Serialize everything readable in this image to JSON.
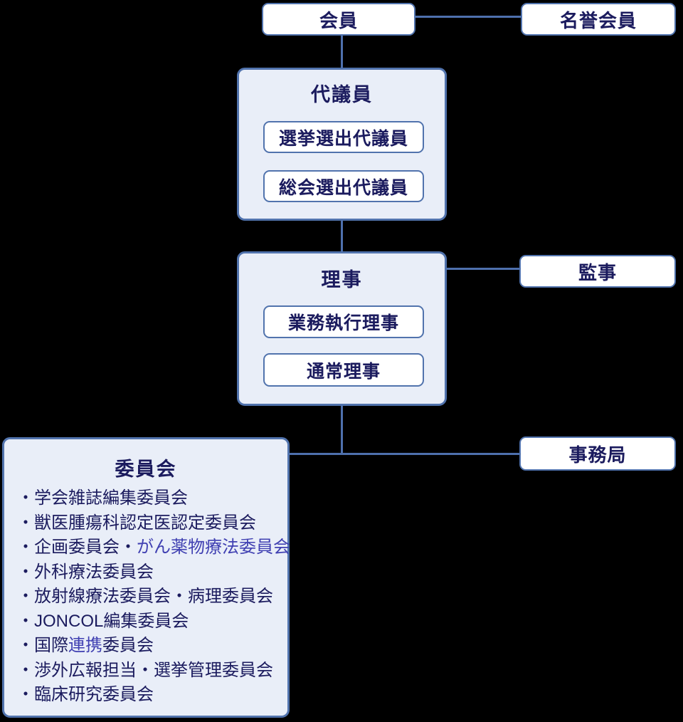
{
  "colors": {
    "background": "#000000",
    "box_fill": "#ffffff",
    "group_fill": "#e9eef8",
    "border": "#5173ad",
    "connector": "#4e70ad",
    "text": "#1b1b5e",
    "link_text": "#4040b2"
  },
  "nodes": {
    "member": {
      "label": "会員"
    },
    "honorary_member": {
      "label": "名誉会員"
    },
    "auditor": {
      "label": "監事"
    },
    "secretariat": {
      "label": "事務局"
    },
    "delegates": {
      "title": "代議員",
      "items": [
        "選挙選出代議員",
        "総会選出代議員"
      ]
    },
    "directors": {
      "title": "理事",
      "items": [
        "業務執行理事",
        "通常理事"
      ]
    },
    "committees": {
      "title": "委員会",
      "items": [
        {
          "pre": "・学会雑誌編集委員会",
          "link": "",
          "post": ""
        },
        {
          "pre": "・獣医腫瘍科認定医認定委員会",
          "link": "",
          "post": ""
        },
        {
          "pre": "・企画委員会・",
          "link": "がん薬物療法委員会",
          "post": ""
        },
        {
          "pre": "・外科療法委員会",
          "link": "",
          "post": ""
        },
        {
          "pre": "・放射線療法委員会・病理委員会",
          "link": "",
          "post": ""
        },
        {
          "pre": "・JONCOL編集委員会",
          "link": "",
          "post": ""
        },
        {
          "pre": "・国際",
          "link": "連携",
          "post": "委員会"
        },
        {
          "pre": "・渉外広報担当・選挙管理委員会",
          "link": "",
          "post": ""
        },
        {
          "pre": "・臨床研究委員会",
          "link": "",
          "post": ""
        }
      ]
    }
  }
}
